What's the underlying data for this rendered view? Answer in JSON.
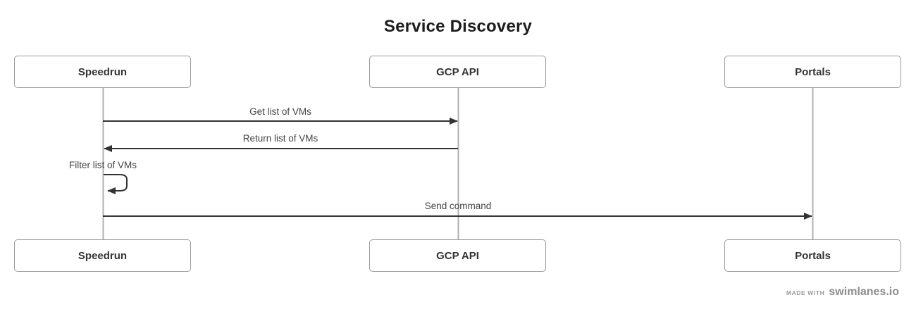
{
  "title": "Service Discovery",
  "diagram_type": "sequence",
  "actors": [
    {
      "id": "speedrun",
      "label": "Speedrun"
    },
    {
      "id": "gcp-api",
      "label": "GCP API"
    },
    {
      "id": "portals",
      "label": "Portals"
    }
  ],
  "messages": [
    {
      "label": "Get list of VMs",
      "from": "Speedrun",
      "to": "GCP API",
      "type": "solid-arrow"
    },
    {
      "label": "Return list of VMs",
      "from": "GCP API",
      "to": "Speedrun",
      "type": "solid-arrow"
    },
    {
      "label": "Filter list of VMs",
      "from": "Speedrun",
      "to": "Speedrun",
      "type": "self-loop"
    },
    {
      "label": "Send command",
      "from": "Speedrun",
      "to": "Portals",
      "type": "solid-arrow"
    }
  ],
  "footer": {
    "made_with": "MADE WITH",
    "brand": "swimlanes.io"
  },
  "colors": {
    "background": "#ffffff",
    "title_text": "#1d1d1d",
    "actor_border": "#999999",
    "actor_text": "#333333",
    "lifeline": "#b0b0b0",
    "arrow": "#333333",
    "message_text": "#444444",
    "footer_text": "#8c8c8c"
  }
}
